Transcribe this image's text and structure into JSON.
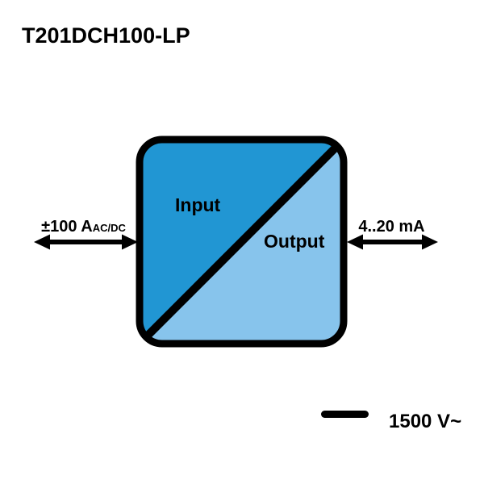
{
  "title": "T201DCH100-LP",
  "device": {
    "input_label": "Input",
    "output_label": "Output",
    "input_color": "#2196d3",
    "output_color": "#87c4ec",
    "border_color": "#000000"
  },
  "left_signal": {
    "value": "±100 A",
    "subscript": "AC/DC"
  },
  "right_signal": {
    "value": "4..20 mA"
  },
  "isolation": {
    "voltage": "1500 V~"
  }
}
